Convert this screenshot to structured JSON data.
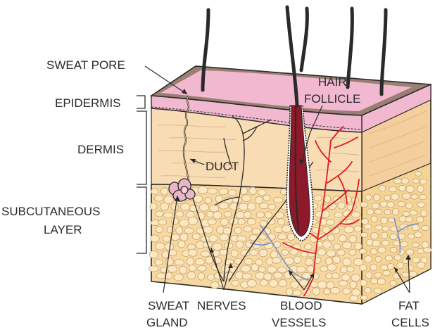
{
  "labels": {
    "sweat_pore": "SWEAT PORE",
    "epidermis": "EPIDERMIS",
    "dermis": "DERMIS",
    "subcutaneous_line1": "SUBCUTANEOUS",
    "subcutaneous_line2": "LAYER",
    "hair_line1": "HAIR",
    "hair_line2": "FOLLICLE",
    "duct": "DUCT",
    "sweat_gland_line1": "SWEAT",
    "sweat_gland_line2": "GLAND",
    "nerves": "NERVES",
    "blood_line1": "BLOOD",
    "blood_line2": "VESSELS",
    "fat_line1": "FAT",
    "fat_line2": "CELLS"
  },
  "colors": {
    "epidermis_top": "#9c7f73",
    "epidermis_pink": "#f1b8cf",
    "dermis": "#f8dcb4",
    "subcutaneous": "#f7d8a0",
    "side_face": "#f4ce9c",
    "blood": "#e11b22",
    "vein": "#6c8fd0",
    "follicle": "#8c1a2a",
    "outline": "#2a2a2a"
  }
}
